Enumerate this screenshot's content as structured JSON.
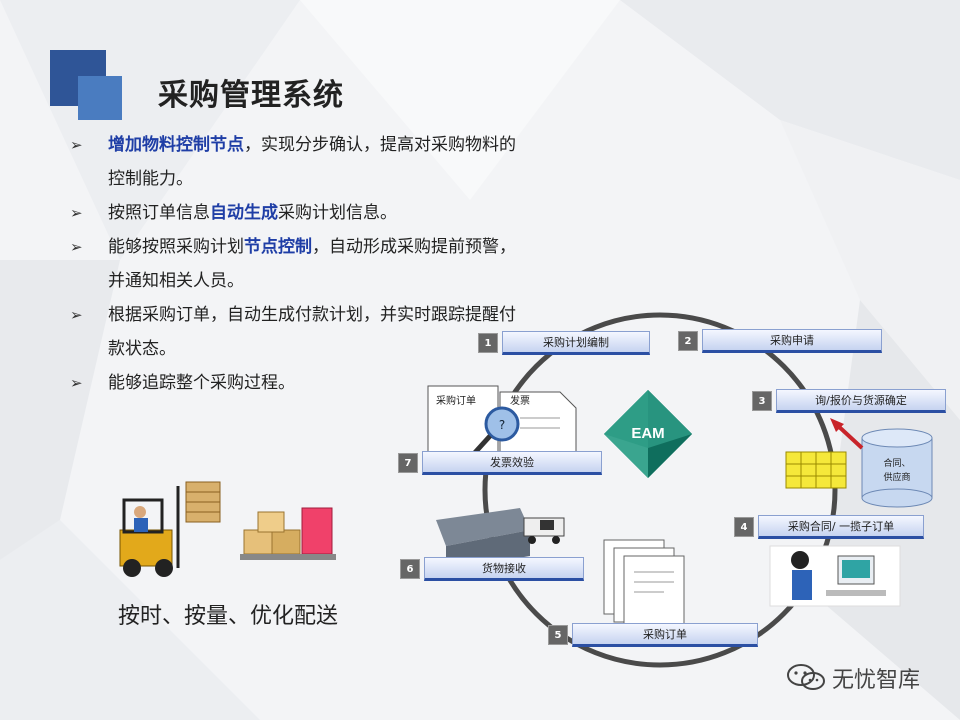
{
  "title": "采购管理系统",
  "bullets": [
    {
      "parts": [
        {
          "t": "增加物料控制节点",
          "hl": true
        },
        {
          "t": "，实现分步确认，提高对采购物料的控制能力。",
          "hl": false
        }
      ]
    },
    {
      "parts": [
        {
          "t": "按照订单信息",
          "hl": false
        },
        {
          "t": "自动生成",
          "hl": true
        },
        {
          "t": "采购计划信息。",
          "hl": false
        }
      ]
    },
    {
      "parts": [
        {
          "t": "能够按照采购计划",
          "hl": false
        },
        {
          "t": "节点控制",
          "hl": true
        },
        {
          "t": "，自动形成采购提前预警，并通知相关人员。",
          "hl": false
        }
      ]
    },
    {
      "parts": [
        {
          "t": "根据采购订单，自动生成付款计划，并实时跟踪提醒付款状态。",
          "hl": false
        }
      ]
    },
    {
      "parts": [
        {
          "t": "能够追踪整个采购过程。",
          "hl": false
        }
      ]
    }
  ],
  "bullet_marker": "➢",
  "caption": "按时、按量、优化配送",
  "watermark": "无忧智库",
  "diagram": {
    "center_label": "EAM",
    "steps": [
      {
        "num": "1",
        "label": "采购计划编制"
      },
      {
        "num": "2",
        "label": "采购申请"
      },
      {
        "num": "3",
        "label": "询/报价与货源确定"
      },
      {
        "num": "4",
        "label": "采购合同/ 一揽子订单"
      },
      {
        "num": "5",
        "label": "采购订单"
      },
      {
        "num": "6",
        "label": "货物接收"
      },
      {
        "num": "7",
        "label": "发票效验"
      }
    ],
    "doc_labels": {
      "order": "采购订单",
      "invoice": "发票"
    },
    "magnifier": "?",
    "db_label_1": "合同、",
    "db_label_2": "供应商"
  },
  "colors": {
    "accent": "#2f5597",
    "highlight": "#1f3ea6",
    "label_border": "#2b4fa3"
  }
}
